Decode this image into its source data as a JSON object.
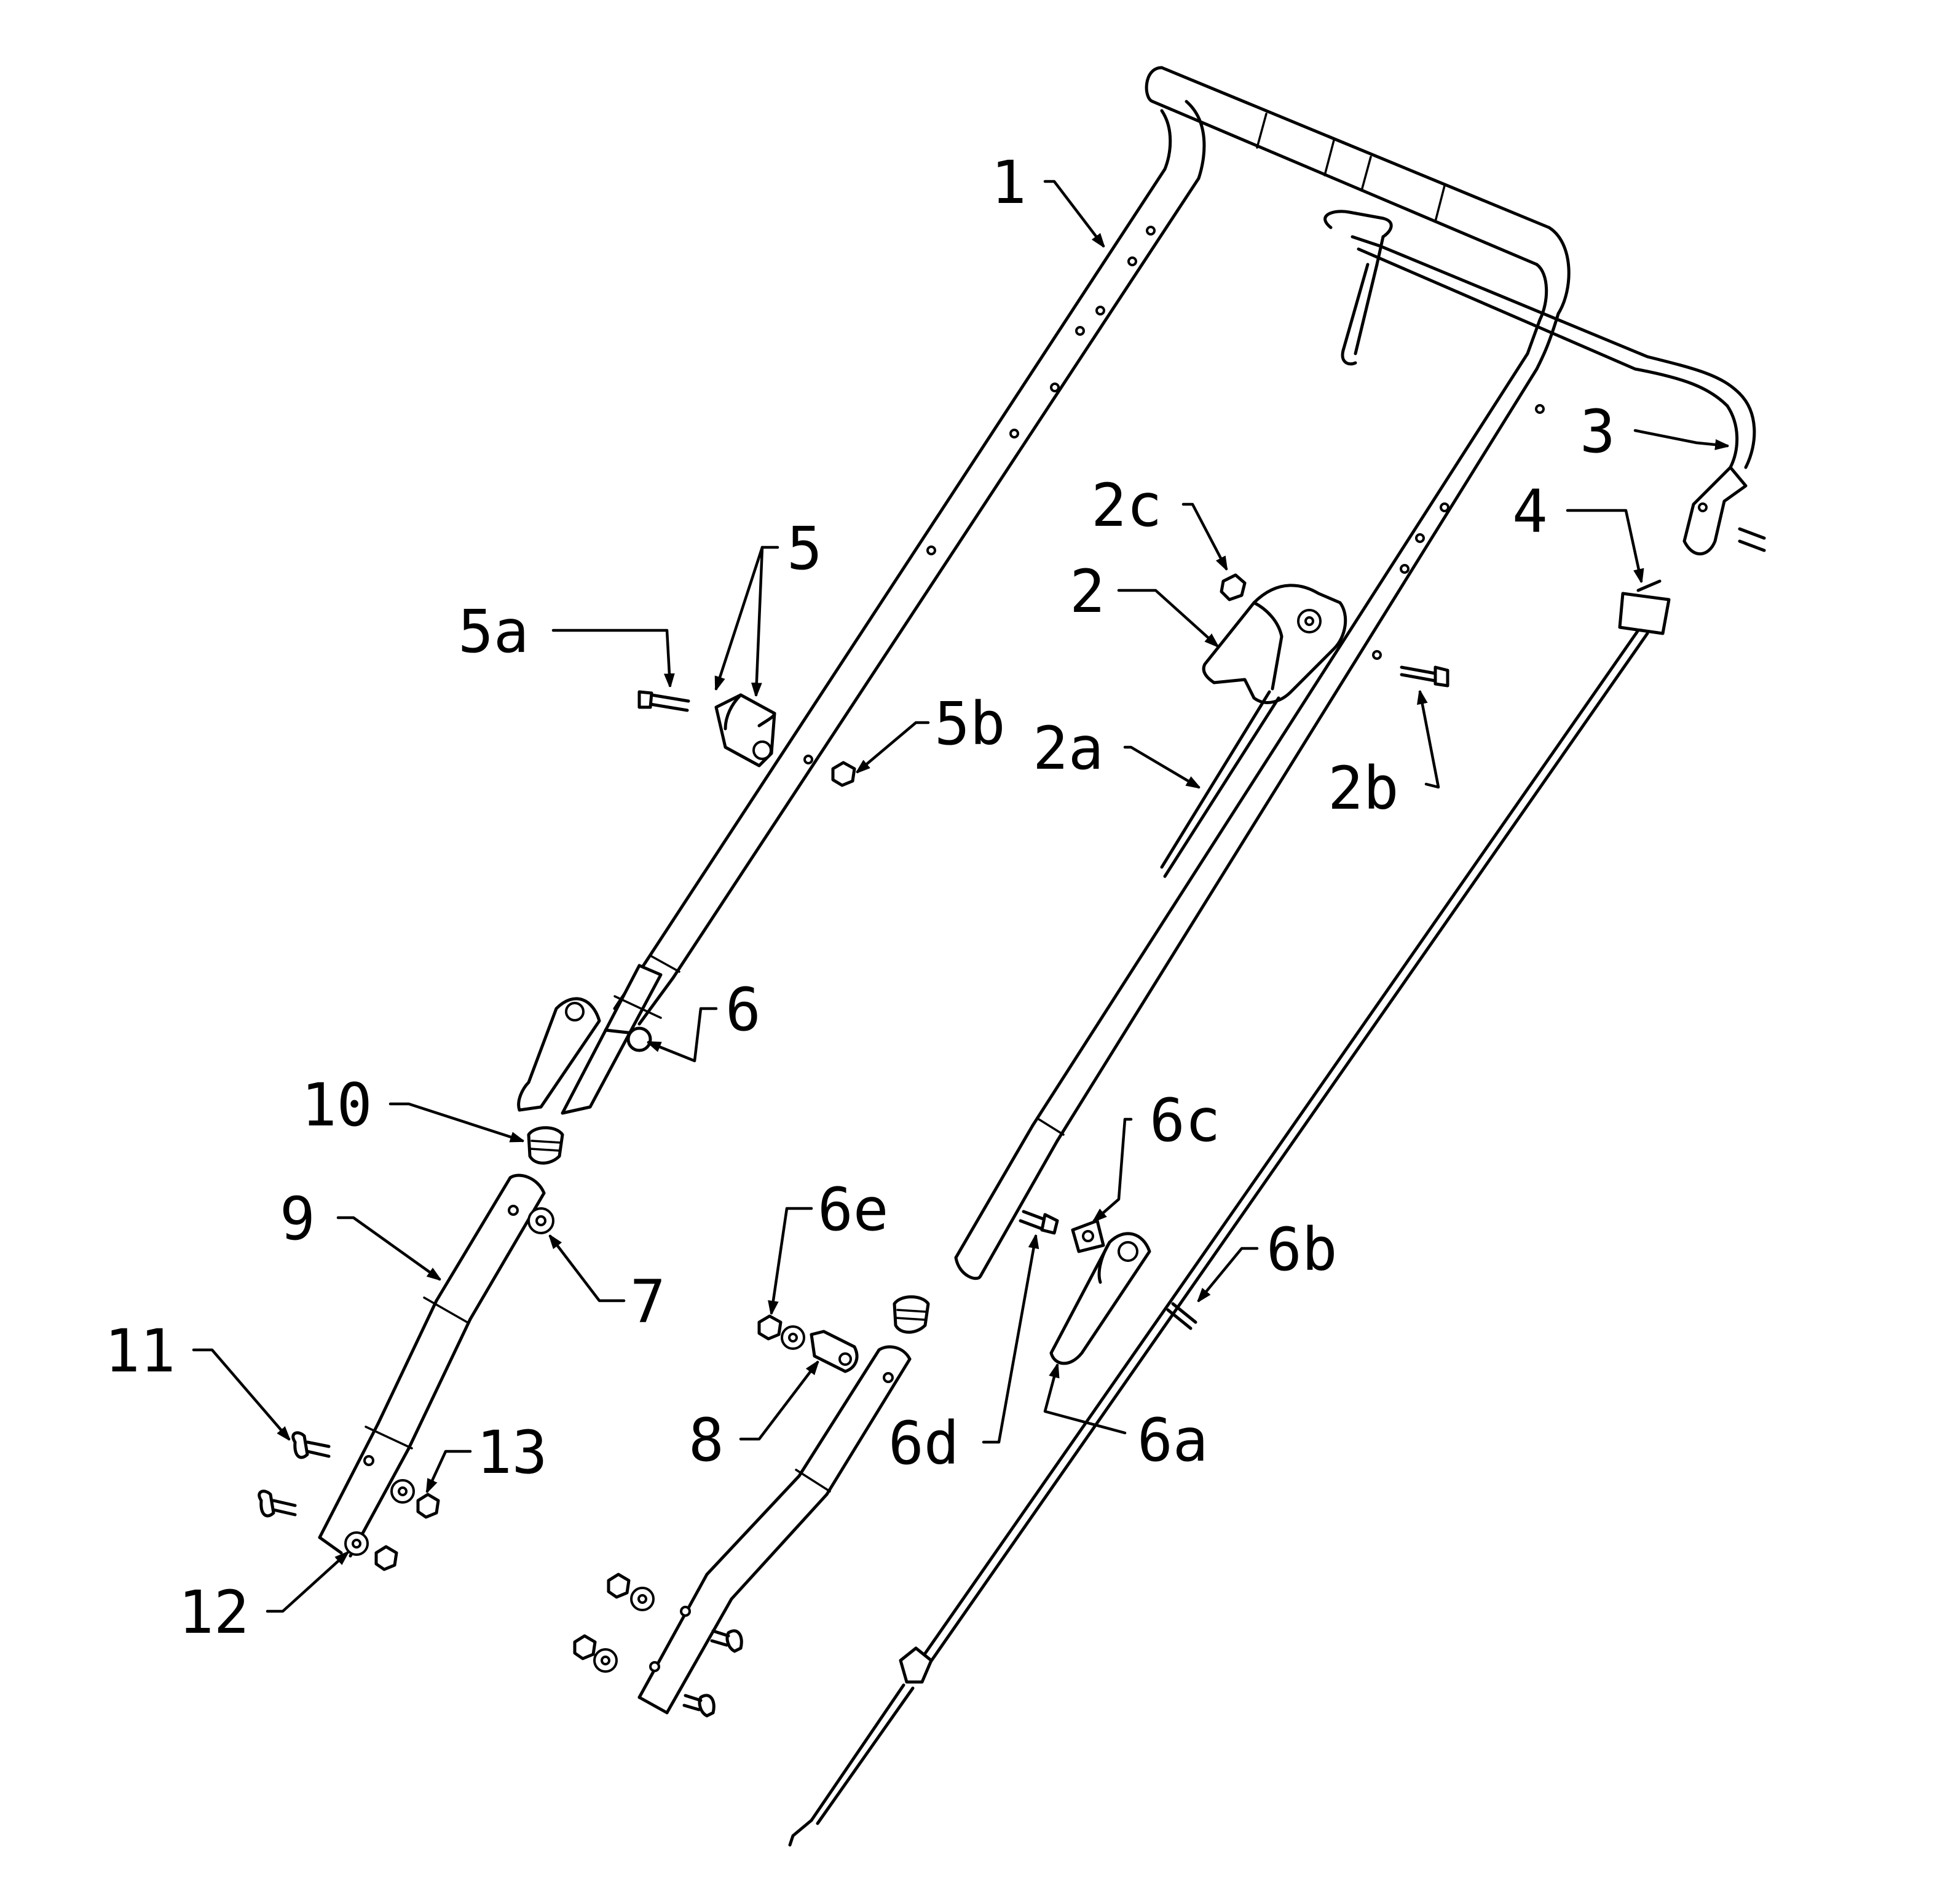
{
  "callouts": {
    "p1": "1",
    "p2": "2",
    "p2a": "2a",
    "p2b": "2b",
    "p2c": "2c",
    "p3": "3",
    "p4": "4",
    "p5": "5",
    "p5a": "5a",
    "p5b": "5b",
    "p6": "6",
    "p6a": "6a",
    "p6b": "6b",
    "p6c": "6c",
    "p6d": "6d",
    "p6e": "6e",
    "p7": "7",
    "p8": "8",
    "p9": "9",
    "p10": "10",
    "p11": "11",
    "p12": "12",
    "p13": "13"
  }
}
